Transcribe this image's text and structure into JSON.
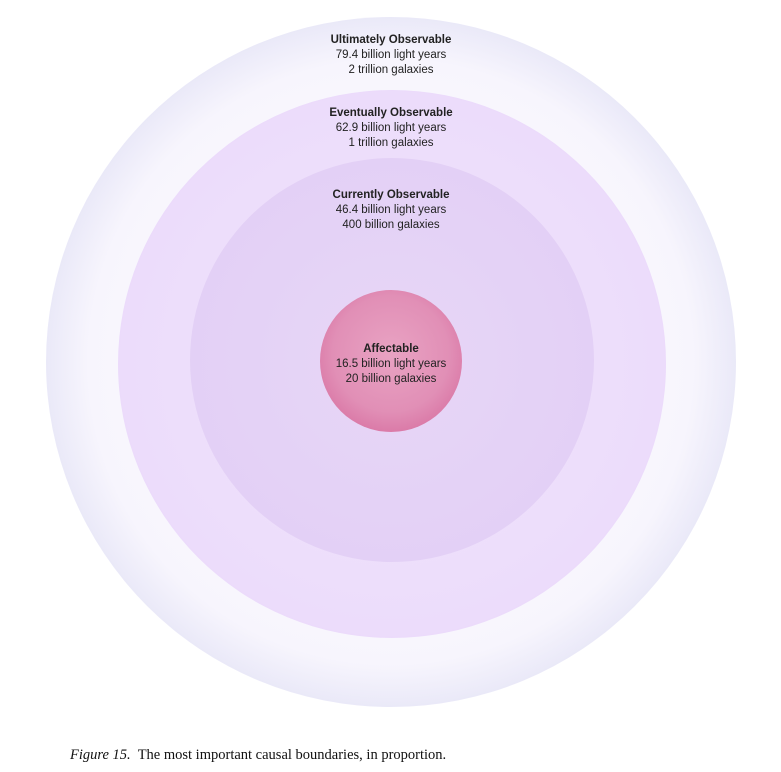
{
  "diagram": {
    "rings": [
      {
        "id": "ultimate",
        "title": "Ultimately Observable",
        "distance": "79.4 billion light years",
        "galaxies": "2 trillion galaxies"
      },
      {
        "id": "eventual",
        "title": "Eventually Observable",
        "distance": "62.9 billion light years",
        "galaxies": "1 trillion galaxies"
      },
      {
        "id": "current",
        "title": "Currently Observable",
        "distance": "46.4 billion light years",
        "galaxies": "400 billion galaxies"
      },
      {
        "id": "affectable",
        "title": "Affectable",
        "distance": "16.5 billion light years",
        "galaxies": "20 billion galaxies"
      }
    ],
    "colors": {
      "ultimate_edge": "#9fa5d8",
      "eventual_edge": "#b985f0",
      "current_edge": "#c290ee",
      "affectable_fill": "#d872a2"
    }
  },
  "caption": {
    "figure_label": "Figure 15.",
    "text": "The most important causal boundaries, in proportion."
  }
}
